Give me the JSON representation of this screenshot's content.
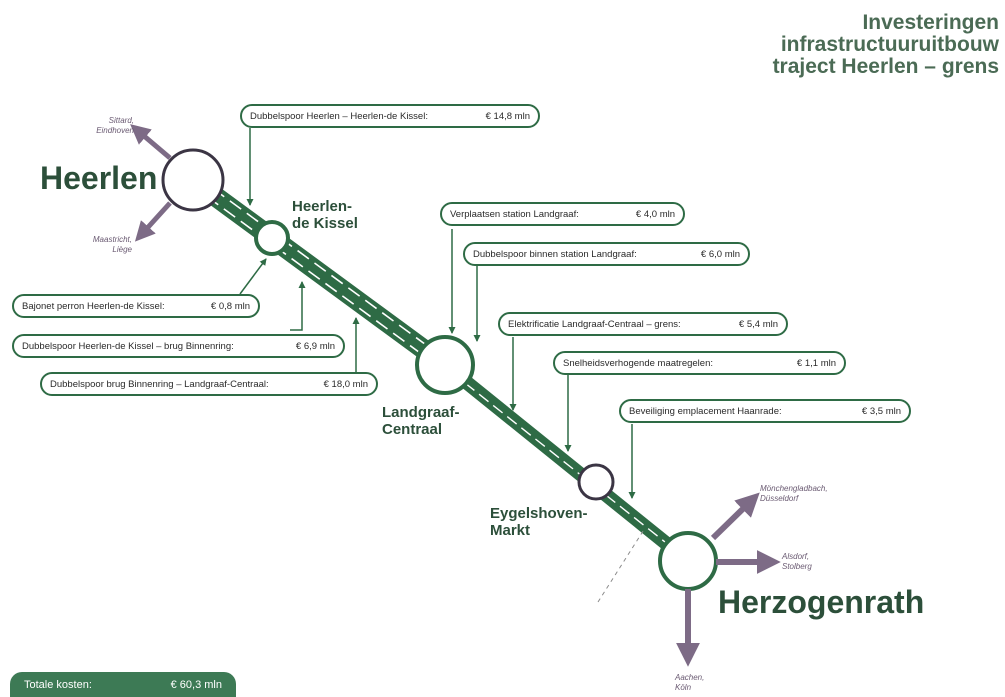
{
  "title": {
    "line1": "Investeringen",
    "line2": "infrastructuuruitbouw",
    "line3": "traject Heerlen – grens"
  },
  "stations": {
    "heerlen": "Heerlen",
    "heerlen_de_kissel_1": "Heerlen-",
    "heerlen_de_kissel_2": "de Kissel",
    "landgraaf_1": "Landgraaf-",
    "landgraaf_2": "Centraal",
    "eygelshoven_1": "Eygelshoven-",
    "eygelshoven_2": "Markt",
    "herzogenrath": "Herzogenrath"
  },
  "destinations": {
    "sittard_1": "Sittard,",
    "sittard_2": "Eindhoven",
    "maastricht_1": "Maastricht,",
    "maastricht_2": "Liège",
    "monchengladbach_1": "Mönchengladbach,",
    "monchengladbach_2": "Düsseldorf",
    "alsdorf_1": "Alsdorf,",
    "alsdorf_2": "Stolberg",
    "aachen_1": "Aachen,",
    "aachen_2": "Köln"
  },
  "investments": [
    {
      "label": "Dubbelspoor Heerlen – Heerlen-de Kissel:",
      "amount": "€ 14,8 mln"
    },
    {
      "label": "Bajonet perron Heerlen-de Kissel:",
      "amount": "€ 0,8 mln"
    },
    {
      "label": "Dubbelspoor Heerlen-de Kissel – brug Binnenring:",
      "amount": "€ 6,9 mln"
    },
    {
      "label": "Dubbelspoor brug Binnenring – Landgraaf-Centraal:",
      "amount": "€ 18,0 mln"
    },
    {
      "label": "Verplaatsen station Landgraaf:",
      "amount": "€ 4,0 mln"
    },
    {
      "label": "Dubbelspoor binnen station Landgraaf:",
      "amount": "€ 6,0 mln"
    },
    {
      "label": "Elektrificatie Landgraaf-Centraal – grens:",
      "amount": "€ 5,4 mln"
    },
    {
      "label": "Snelheidsverhogende maatregelen:",
      "amount": "€ 1,1 mln"
    },
    {
      "label": "Beveiliging emplacement Haanrade:",
      "amount": "€ 3,5 mln"
    }
  ],
  "total": {
    "label": "Totale kosten:",
    "amount": "€ 60,3 mln"
  },
  "colors": {
    "track": "#2e6b45",
    "box_border": "#2e6b45",
    "arrow": "#7d6b86",
    "title": "#4b6b55",
    "city": "#2c4f3a",
    "total_bg": "#3d7a55"
  }
}
